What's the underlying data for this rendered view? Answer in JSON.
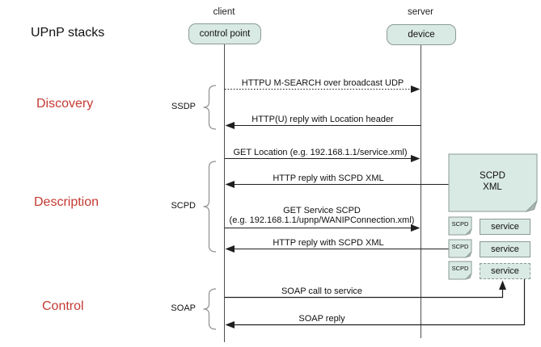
{
  "title": "UPnP stacks",
  "client": {
    "label": "client",
    "box": "control point"
  },
  "server": {
    "label": "server",
    "box": "device"
  },
  "sections": [
    {
      "name": "Discovery",
      "protocol": "SSDP"
    },
    {
      "name": "Description",
      "protocol": "SCPD"
    },
    {
      "name": "Control",
      "protocol": "SOAP"
    }
  ],
  "messages": [
    {
      "text": "HTTPU M-SEARCH over broadcast UDP",
      "from": "control point",
      "to": "device",
      "line": "dotted"
    },
    {
      "text": "HTTP(U) reply with Location header",
      "from": "device",
      "to": "control point",
      "line": "solid"
    },
    {
      "text": "GET Location (e.g. 192.168.1.1/service.xml)",
      "from": "control point",
      "to": "device",
      "line": "solid"
    },
    {
      "text": "HTTP reply with SCPD XML",
      "from": "SCPD XML",
      "to": "control point",
      "line": "solid"
    },
    {
      "text": "GET Service SCPD",
      "text2": "(e.g. 192.168.1.1/upnp/WANIPConnection.xml)",
      "from": "control point",
      "to": "device",
      "line": "solid"
    },
    {
      "text": "HTTP reply with SCPD XML",
      "from": "SCPD",
      "to": "control point",
      "line": "solid"
    },
    {
      "text": "SOAP call to service",
      "from": "control point",
      "to": "service",
      "line": "solid"
    },
    {
      "text": "SOAP reply",
      "from": "service",
      "to": "control point",
      "line": "solid"
    }
  ],
  "artifacts": {
    "scpd_xml": {
      "line1": "SCPD",
      "line2": "XML"
    },
    "rows": [
      {
        "doc": "SCPD",
        "service": "service",
        "border": "solid"
      },
      {
        "doc": "SCPD",
        "service": "service",
        "border": "solid"
      },
      {
        "doc": "SCPD",
        "service": "service",
        "border": "dashed"
      }
    ]
  },
  "colors": {
    "box_fill": "#d9e9e3",
    "box_border": "#8a9a95",
    "accent_red": "#c43a32",
    "line": "#1f1f1f",
    "lifeline": "#4d4d4d",
    "brace": "#8f8f8f",
    "doc_fold": "#a9b6b1"
  }
}
